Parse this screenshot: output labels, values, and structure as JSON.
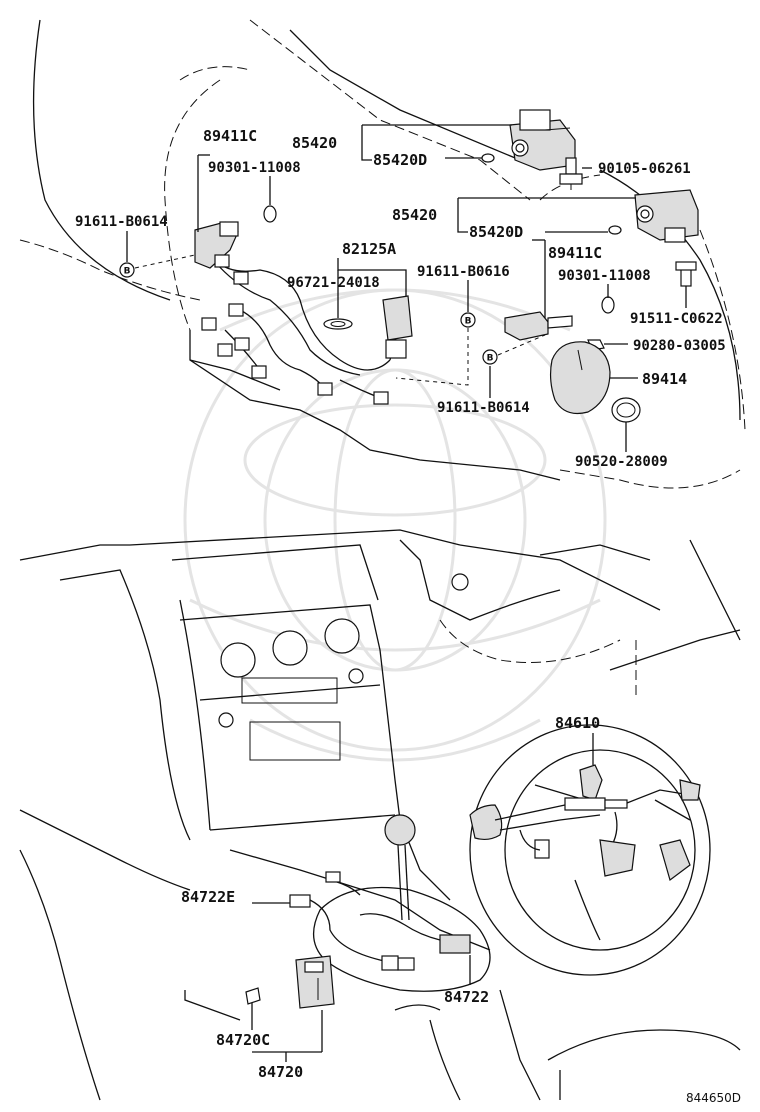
{
  "labels": {
    "p89411C_top": "89411C",
    "p90301_top": "90301-11008",
    "p91611_left": "91611-B0614",
    "p85420_top": "85420",
    "p85420D_top": "85420D",
    "p90105": "90105-06261",
    "p85420_mid": "85420",
    "p85420D_mid": "85420D",
    "p89411C_mid": "89411C",
    "p82125A": "82125A",
    "p96721": "96721-24018",
    "p91611_B0616": "91611-B0616",
    "p90301_mid": "90301-11008",
    "p91511": "91511-C0622",
    "p90280": "90280-03005",
    "p89414": "89414",
    "p91611_lower": "91611-B0614",
    "p90520": "90520-28009",
    "p84610": "84610",
    "p84722E": "84722E",
    "p84722": "84722",
    "p84720C": "84720C",
    "p84720": "84720",
    "figure_ref": "844650D"
  },
  "bolt_marker": "B",
  "icons": {
    "bolt_callout": "circled-b-icon",
    "watermark": "toyota-watermark-icon"
  },
  "colors": {
    "ink": "#111111",
    "background": "#ffffff",
    "watermark": "#e4e4e4"
  }
}
